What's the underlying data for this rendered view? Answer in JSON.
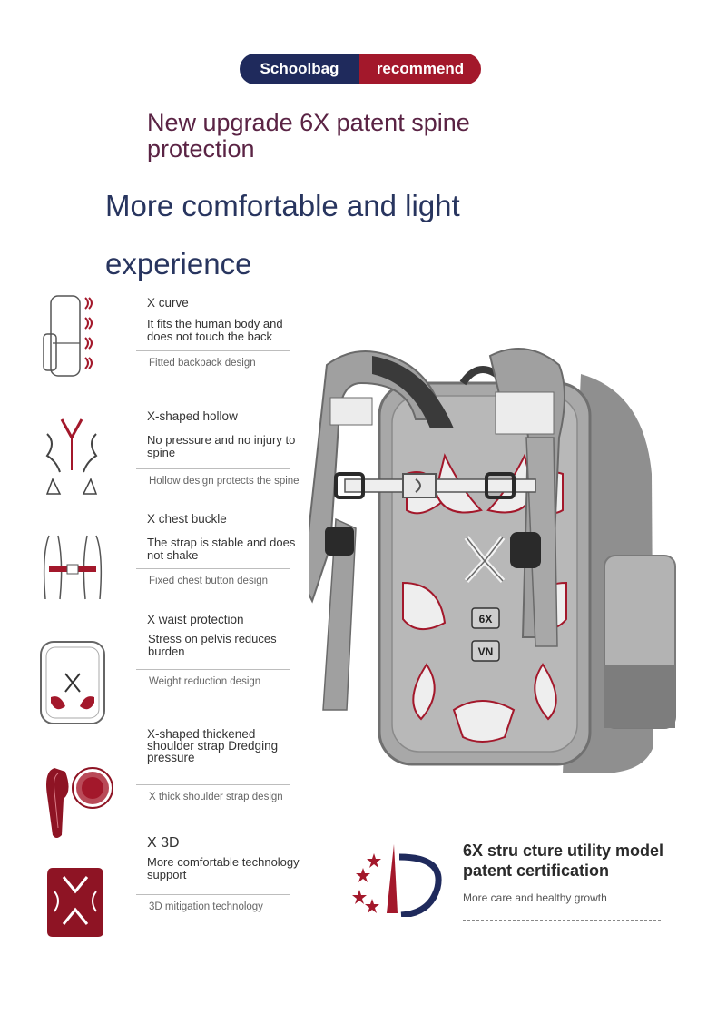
{
  "header": {
    "left": "Schoolbag",
    "right": "recommend"
  },
  "headline1": "New upgrade 6X patent spine protection",
  "headline2": {
    "line1": "More comfortable and light",
    "line2": "experience"
  },
  "features": [
    {
      "title": "X curve",
      "desc": "It fits the human body and does not touch the back",
      "caption": "Fitted backpack design"
    },
    {
      "title": "X-shaped hollow",
      "desc": "No pressure and no injury to spine",
      "caption": "Hollow design protects the spine"
    },
    {
      "title": "X chest buckle",
      "desc": "The strap is stable and does not shake",
      "caption": "Fixed chest button design"
    },
    {
      "title": "X waist protection",
      "desc": "Stress on pelvis reduces burden",
      "caption": "Weight reduction design"
    },
    {
      "title": "X-shaped thickened shoulder strap Dredging pressure",
      "desc": "",
      "caption": "X thick shoulder strap design"
    },
    {
      "title": "X 3D",
      "desc": "More comfortable technology support",
      "caption": "3D mitigation technology"
    }
  ],
  "backpack": {
    "badge1": "6X",
    "badge2": "VN"
  },
  "certification": {
    "title": "6X  stru cture utility model patent certification",
    "subtitle": "More care and healthy growth"
  },
  "colors": {
    "navy": "#1f2a5c",
    "crimson": "#a3182b",
    "gray": "#a8a8a8"
  }
}
